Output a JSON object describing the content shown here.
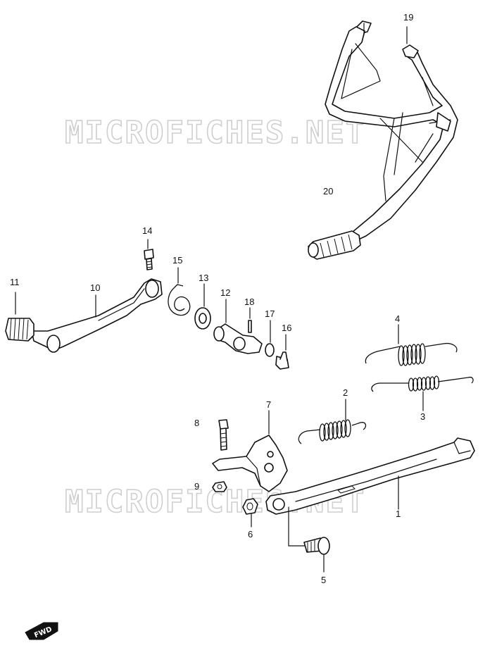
{
  "watermark": "MICROFICHES.NET",
  "badge": "FWD",
  "callouts": [
    "1",
    "2",
    "3",
    "4",
    "5",
    "6",
    "7",
    "8",
    "9",
    "10",
    "11",
    "12",
    "13",
    "14",
    "15",
    "16",
    "17",
    "18",
    "19",
    "20"
  ]
}
